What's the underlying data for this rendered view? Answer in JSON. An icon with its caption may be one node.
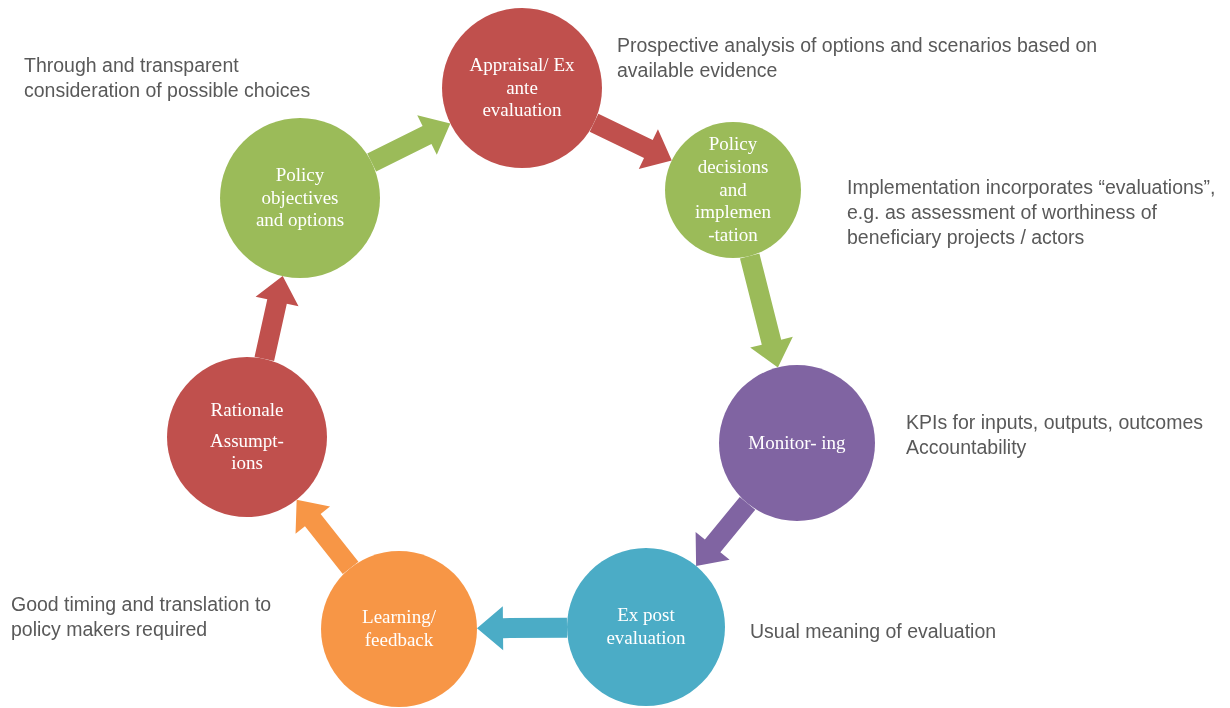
{
  "diagram": {
    "nodes": [
      {
        "text": [
          "Appraisal/ Ex ante evaluation"
        ],
        "beside": [
          "Prospective analysis of options and scenarios based on available evidence"
        ]
      },
      {
        "text": [
          "Policy decisions and implemen -tation"
        ],
        "beside": [
          "Implementation incorporates “evaluations”, e.g. as assessment of worthiness of beneficiary projects / actors"
        ]
      },
      {
        "text": [
          "Monitor- ing"
        ],
        "beside": [
          "KPIs for inputs, outputs, outcomes",
          "Accountability"
        ]
      },
      {
        "text": [
          "Ex post evaluation"
        ],
        "beside": [
          "Usual meaning of evaluation"
        ]
      },
      {
        "text": [
          "Learning/ feedback"
        ],
        "beside": [
          "Good timing and translation to policy makers required"
        ]
      },
      {
        "text": [
          "Rationale",
          "Assumpt- ions"
        ]
      },
      {
        "text": [
          "Policy objectives and options"
        ],
        "beside": [
          "Through and transparent consideration of possible choices"
        ]
      }
    ],
    "edges": [
      {
        "from": 6,
        "to": 0,
        "arrow": "to",
        "color": "#9bbb59"
      },
      {
        "from": 0,
        "to": 1,
        "arrow": "to",
        "color": "#c0504d"
      },
      {
        "from": 1,
        "to": 2,
        "arrow": "to",
        "color": "#9bbb59"
      },
      {
        "from": 2,
        "to": 3,
        "arrow": "to",
        "color": "#8064a2"
      },
      {
        "from": 3,
        "to": 4,
        "arrow": "to",
        "color": "#4bacc6"
      },
      {
        "from": 4,
        "to": 5,
        "arrow": "to",
        "color": "#f79646"
      },
      {
        "from": 5,
        "to": 6,
        "arrow": "to",
        "color": "#c0504d"
      }
    ]
  }
}
